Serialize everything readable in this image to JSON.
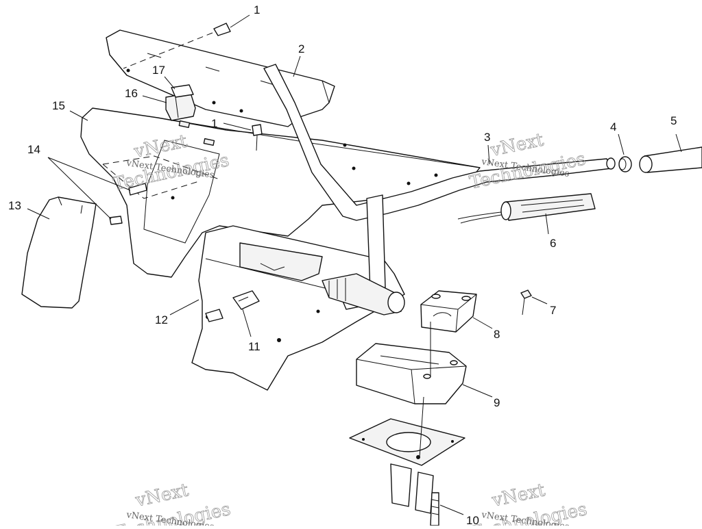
{
  "callouts": [
    {
      "id": "c1a",
      "label": "1"
    },
    {
      "id": "c2",
      "label": "2"
    },
    {
      "id": "c3",
      "label": "3"
    },
    {
      "id": "c4",
      "label": "4"
    },
    {
      "id": "c5",
      "label": "5"
    },
    {
      "id": "c6",
      "label": "6"
    },
    {
      "id": "c7",
      "label": "7"
    },
    {
      "id": "c8",
      "label": "8"
    },
    {
      "id": "c9",
      "label": "9"
    },
    {
      "id": "c10",
      "label": "10"
    },
    {
      "id": "c11",
      "label": "11"
    },
    {
      "id": "c12",
      "label": "12"
    },
    {
      "id": "c13",
      "label": "13"
    },
    {
      "id": "c14",
      "label": "14"
    },
    {
      "id": "c15",
      "label": "15"
    },
    {
      "id": "c16",
      "label": "16"
    },
    {
      "id": "c17",
      "label": "17"
    },
    {
      "id": "c1b",
      "label": "1"
    }
  ],
  "watermark": {
    "line1": "vNext",
    "line2": "Technologies",
    "small": "vNext Technologies"
  }
}
